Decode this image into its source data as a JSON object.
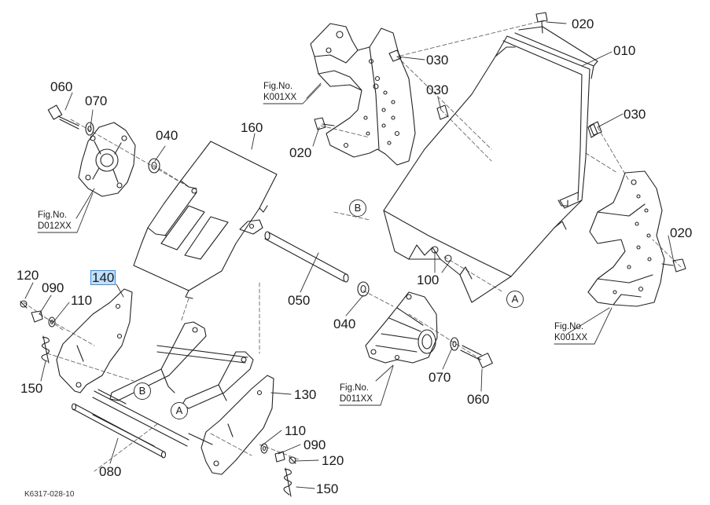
{
  "diagram": {
    "drawing_code": "K6317-028-10",
    "selected_part": "140",
    "callouts": {
      "p020a": "020",
      "p030a": "030",
      "p010": "010",
      "p030b": "030",
      "p030c": "030",
      "p020b": "020",
      "p020c": "020",
      "p060a": "060",
      "p070a": "070",
      "p040a": "040",
      "p160": "160",
      "p120a": "120",
      "p090a": "090",
      "p110a": "110",
      "p140": "140",
      "p150a": "150",
      "p050": "050",
      "p040b": "040",
      "p100": "100",
      "p070b": "070",
      "p060b": "060",
      "p130": "130",
      "p110b": "110",
      "p090b": "090",
      "p120b": "120",
      "p080": "080",
      "p150b": "150"
    },
    "fig_refs": {
      "k001_top": {
        "title": "Fig.No.",
        "ref": "K001XX"
      },
      "d012": {
        "title": "Fig.No.",
        "ref": "D012XX"
      },
      "d011": {
        "title": "Fig.No.",
        "ref": "D011XX"
      },
      "k001_right": {
        "title": "Fig.No.",
        "ref": "K001XX"
      }
    },
    "match_marks": {
      "b_upper": "B",
      "a_right": "A",
      "b_lower": "B",
      "a_lower": "A"
    }
  }
}
